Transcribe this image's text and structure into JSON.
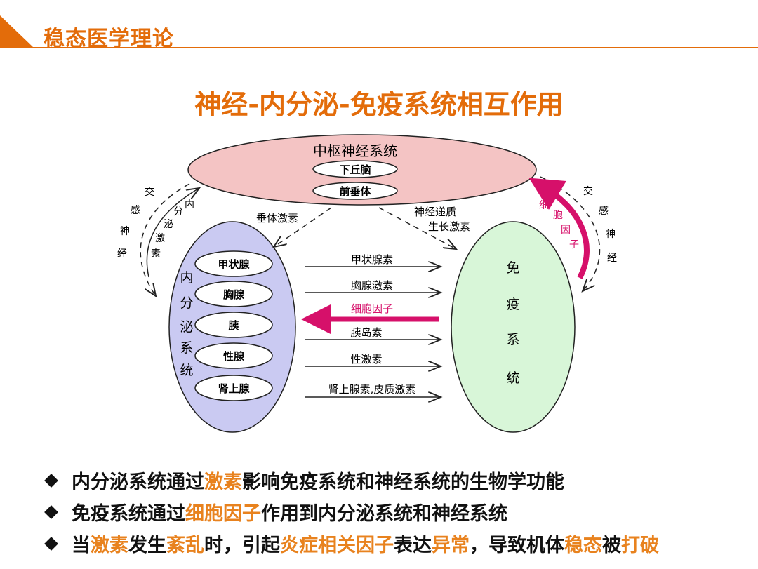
{
  "header": {
    "title": "稳态医学理论"
  },
  "main_title": "神经-内分泌-免疫系统相互作用",
  "diagram": {
    "cns": {
      "label": "中枢神经系统",
      "parts": [
        "下丘脑",
        "前垂体"
      ]
    },
    "endocrine": {
      "label": [
        "内",
        "分",
        "泌",
        "系",
        "统"
      ],
      "glands": [
        "甲状腺",
        "胸腺",
        "胰",
        "性腺",
        "肾上腺"
      ]
    },
    "immune": {
      "label": [
        "免",
        "疫",
        "系",
        "统"
      ]
    },
    "left_outer": [
      "交",
      "感",
      "神",
      "经"
    ],
    "left_inner": [
      "内",
      "分",
      "泌",
      "激",
      "素"
    ],
    "right_outer": [
      "交",
      "感",
      "神",
      "经"
    ],
    "right_inner": [
      "细",
      "胞",
      "因",
      "子"
    ],
    "pituitary_hormone": "垂体激素",
    "neuro_labels": [
      "神经递质",
      "生长激素"
    ],
    "hormones": [
      "甲状腺素",
      "胸腺激素",
      "细胞因子",
      "胰岛素",
      "性激素",
      "肾上腺素,皮质激素"
    ],
    "colors": {
      "cns": "#f4c4c4",
      "endocrine": "#cacaf2",
      "immune": "#d8f6d8",
      "cytokine": "#d6106a"
    }
  },
  "bullets": [
    {
      "parts": [
        {
          "t": "内分泌系统通过"
        },
        {
          "t": "激素",
          "hl": true
        },
        {
          "t": "影响免疫系统和神经系统的生物学功能"
        }
      ]
    },
    {
      "parts": [
        {
          "t": "免疫系统通过"
        },
        {
          "t": "细胞因子",
          "hl": true
        },
        {
          "t": "作用到内分泌系统和神经系统"
        }
      ]
    },
    {
      "parts": [
        {
          "t": "当"
        },
        {
          "t": "激素",
          "hl": true
        },
        {
          "t": "发生"
        },
        {
          "t": "紊乱",
          "hl": true
        },
        {
          "t": "时，引起"
        },
        {
          "t": "炎症相关因子",
          "hl": true
        },
        {
          "t": "表达"
        },
        {
          "t": "异常",
          "hl": true
        },
        {
          "t": "，导致机体"
        },
        {
          "t": "稳态",
          "hl": true
        },
        {
          "t": "被"
        },
        {
          "t": "打破",
          "hl": true
        }
      ]
    }
  ]
}
